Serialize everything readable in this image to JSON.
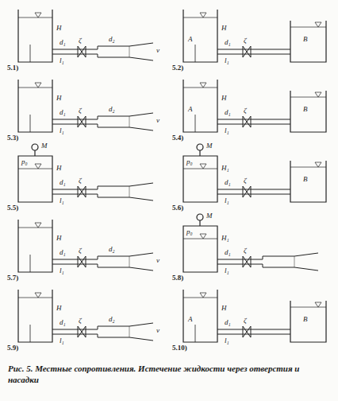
{
  "diagram": {
    "caption": "Рис. 5. Местные сопротивления. Истечение жидкости через отверстия и насадки",
    "labels": [
      "5.1)",
      "H",
      "d₁",
      "l₁",
      "ζ",
      "d₂",
      "v",
      "5.2)",
      "H",
      "d₁",
      "l₁",
      "ζ",
      "A",
      "B",
      "5.3)",
      "H",
      "d₁",
      "l₁",
      "ζ",
      "d₂",
      "v",
      "5.4)",
      "H",
      "d₁",
      "l₁",
      "ζ",
      "A",
      "B",
      "5.5)",
      "H",
      "d₁",
      "l₁",
      "ζ",
      "M",
      "p₀",
      "5.6)",
      "H₁",
      "d₁",
      "l₁",
      "ζ",
      "M",
      "p₀",
      "B",
      "5.7)",
      "H",
      "d₁",
      "l₁",
      "ζ",
      "d₂",
      "v",
      "5.8)",
      "H₁",
      "d₁",
      "l₁",
      "ζ",
      "M",
      "p₀",
      "5.9)",
      "H",
      "d₁",
      "l₁",
      "ζ",
      "d₂",
      "v",
      "5.10)",
      "H",
      "d₁",
      "l₁",
      "ζ",
      "A",
      "B"
    ]
  }
}
